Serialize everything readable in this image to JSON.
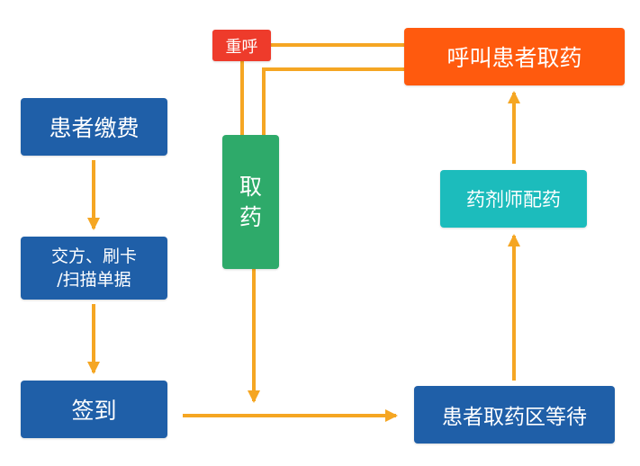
{
  "nodes": {
    "pay": "患者缴费",
    "methods_line1": "交方、刷卡",
    "methods_line2": "/扫描单据",
    "checkin": "签到",
    "wait": "患者取药区等待",
    "pharmacist": "药剂师配药",
    "call": "呼叫患者取药",
    "pickup_char1": "取",
    "pickup_char2": "药",
    "recall": "重呼"
  },
  "colors": {
    "step_blue": "#1f5fa8",
    "pharmacist_teal": "#1cbcbc",
    "call_orange": "#ff5a0e",
    "pickup_green": "#2eaa6a",
    "recall_red": "#ee3b2b",
    "arrow_orange": "#f5a623"
  }
}
